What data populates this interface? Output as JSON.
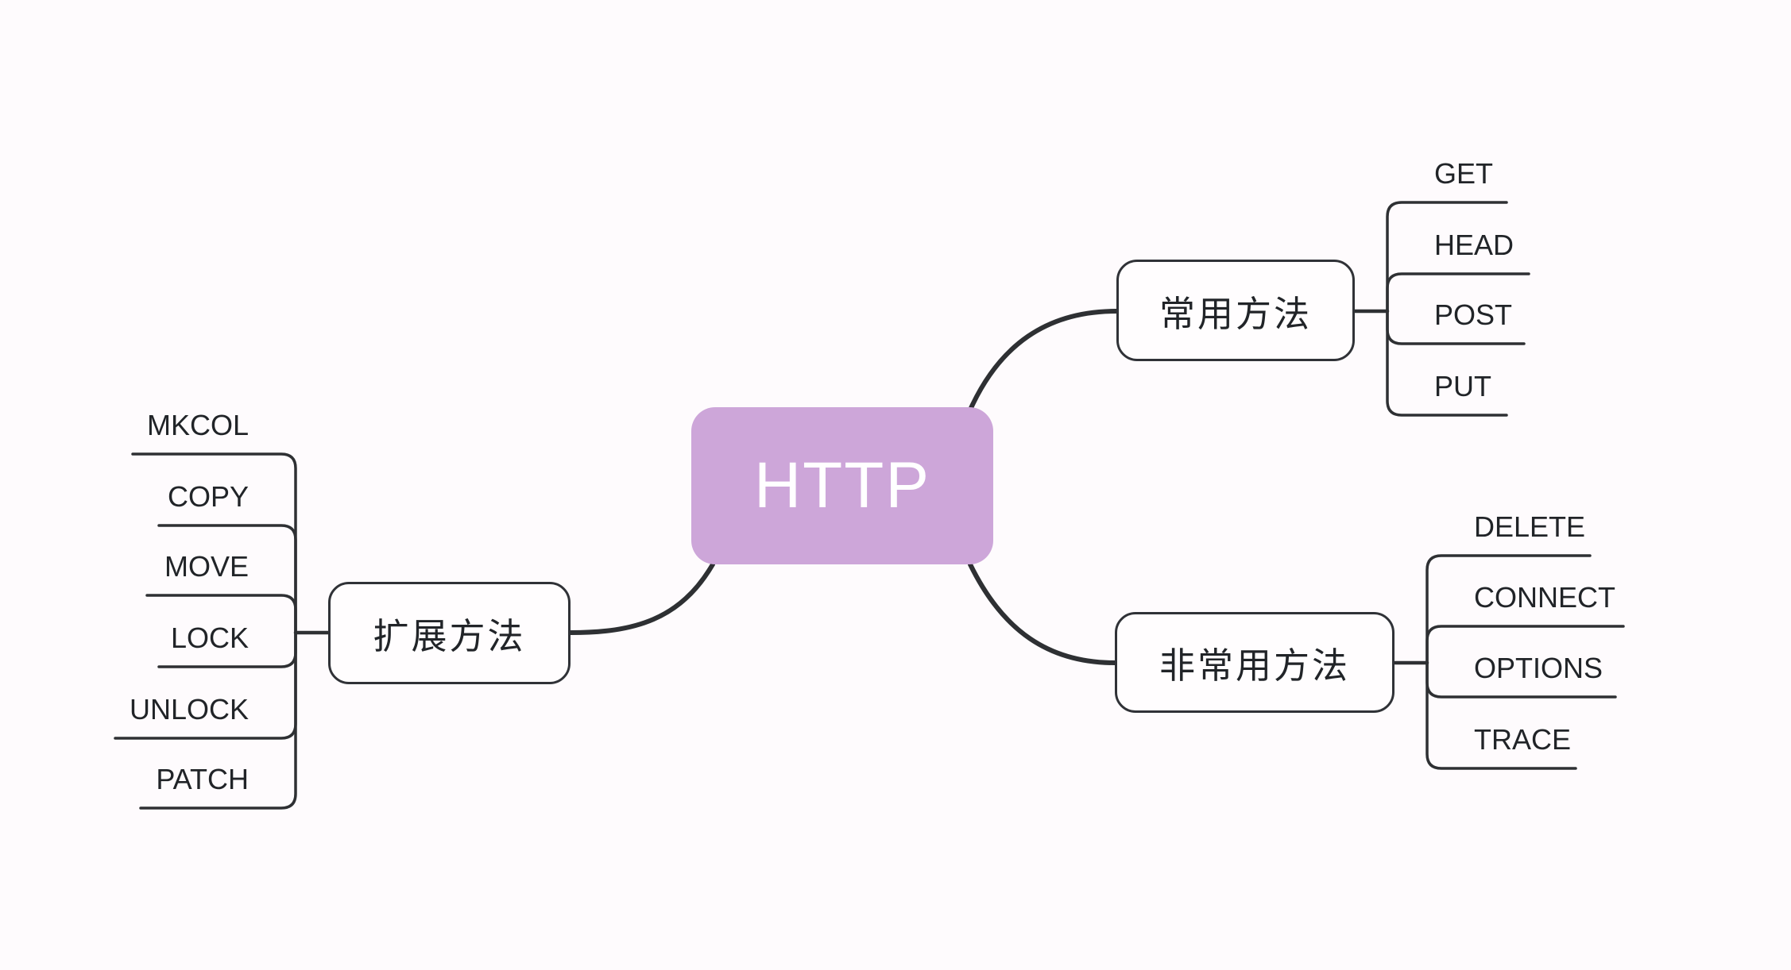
{
  "root": {
    "label": "HTTP"
  },
  "branches": [
    {
      "label": "常用方法",
      "side": "right",
      "children": [
        {
          "label": "GET"
        },
        {
          "label": "HEAD"
        },
        {
          "label": "POST"
        },
        {
          "label": "PUT"
        }
      ]
    },
    {
      "label": "非常用方法",
      "side": "right",
      "children": [
        {
          "label": "DELETE"
        },
        {
          "label": "CONNECT"
        },
        {
          "label": "OPTIONS"
        },
        {
          "label": "TRACE"
        }
      ]
    },
    {
      "label": "扩展方法",
      "side": "left",
      "children": [
        {
          "label": "MKCOL"
        },
        {
          "label": "COPY"
        },
        {
          "label": "MOVE"
        },
        {
          "label": "LOCK"
        },
        {
          "label": "UNLOCK"
        },
        {
          "label": "PATCH"
        }
      ]
    }
  ],
  "colors": {
    "background": "#fefbfd",
    "root_fill": "#cda6d9",
    "root_text": "#ffffff",
    "node_fill": "#fffdfe",
    "node_border": "#303237",
    "connector": "#2e3033",
    "text": "#212428"
  }
}
